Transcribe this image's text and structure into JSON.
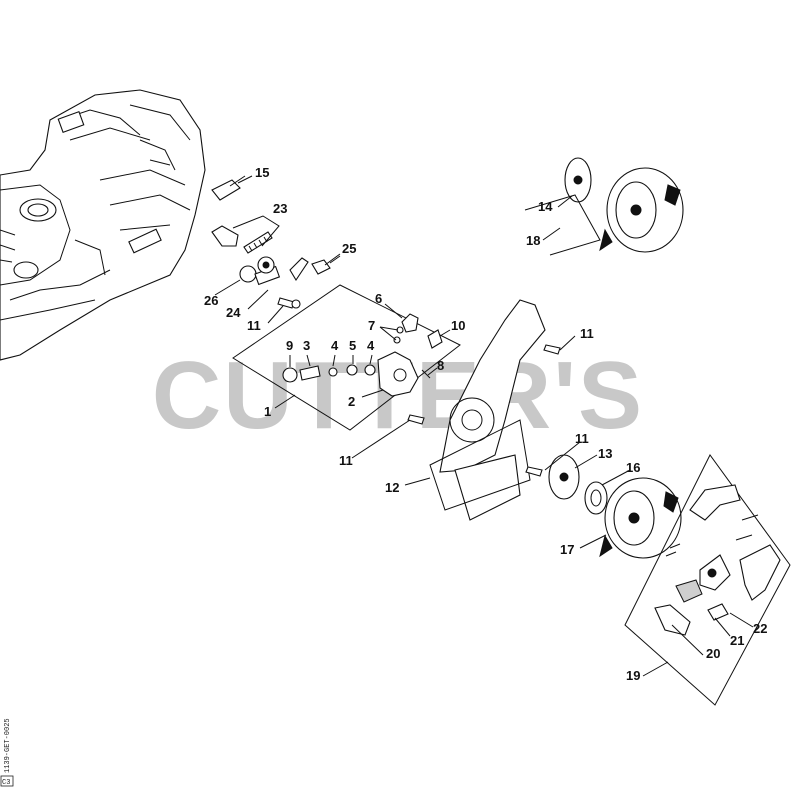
{
  "watermark": {
    "text": "CUTTER'S",
    "color": "#c8c8c8"
  },
  "side_code": "1139-GET-0025",
  "side_mark": "C3",
  "callouts": {
    "n1": "1",
    "n2": "2",
    "n3": "3",
    "n4a": "4",
    "n4b": "4",
    "n5": "5",
    "n6": "6",
    "n7": "7",
    "n8": "8",
    "n9": "9",
    "n10": "10",
    "n11a": "11",
    "n11b": "11",
    "n11c": "11",
    "n11d": "11",
    "n12": "12",
    "n13": "13",
    "n14": "14",
    "n15": "15",
    "n16": "16",
    "n17": "17",
    "n18": "18",
    "n19": "19",
    "n20": "20",
    "n21": "21",
    "n22": "22",
    "n23": "23",
    "n24": "24",
    "n25": "25",
    "n26": "26"
  }
}
